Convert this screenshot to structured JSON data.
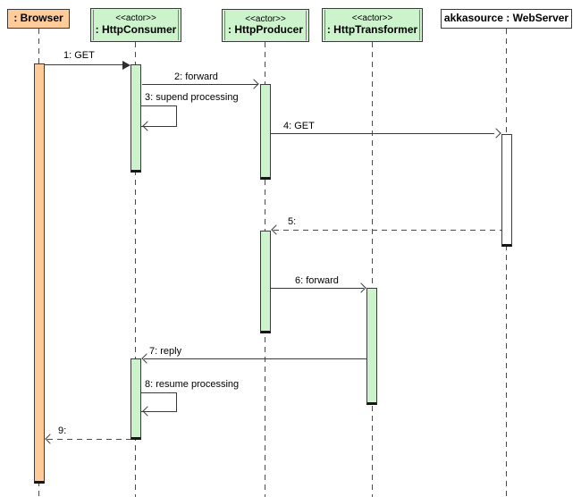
{
  "diagram": {
    "type": "uml-sequence-diagram",
    "colors": {
      "browser_fill": "#ffcc99",
      "actor_fill": "#ccf3cc",
      "webserver_fill": "#ffffff",
      "line": "#3a3a3a",
      "background": "#ffffff"
    },
    "participants": [
      {
        "id": "browser",
        "stereotype": "",
        "name": ": Browser"
      },
      {
        "id": "http-consumer",
        "stereotype": "<<actor>>",
        "name": ": HttpConsumer"
      },
      {
        "id": "http-producer",
        "stereotype": "<<actor>>",
        "name": ": HttpProducer"
      },
      {
        "id": "http-transformer",
        "stereotype": "<<actor>>",
        "name": ": HttpTransformer"
      },
      {
        "id": "webserver",
        "stereotype": "",
        "name": "akkasource : WebServer"
      }
    ],
    "messages": [
      {
        "seq": "1",
        "label": "1: GET",
        "from": "browser",
        "to": "http-consumer",
        "line": "solid",
        "arrow": "filled",
        "self": false
      },
      {
        "seq": "2",
        "label": "2: forward",
        "from": "http-consumer",
        "to": "http-producer",
        "line": "solid",
        "arrow": "open",
        "self": false
      },
      {
        "seq": "3",
        "label": "3: supend processing",
        "from": "http-consumer",
        "to": "http-consumer",
        "line": "solid",
        "arrow": "open",
        "self": true
      },
      {
        "seq": "4",
        "label": "4: GET",
        "from": "http-producer",
        "to": "webserver",
        "line": "solid",
        "arrow": "open",
        "self": false
      },
      {
        "seq": "5",
        "label": "5:",
        "from": "webserver",
        "to": "http-producer",
        "line": "dashed",
        "arrow": "open",
        "self": false
      },
      {
        "seq": "6",
        "label": "6: forward",
        "from": "http-producer",
        "to": "http-transformer",
        "line": "solid",
        "arrow": "open",
        "self": false
      },
      {
        "seq": "7",
        "label": "7: reply",
        "from": "http-transformer",
        "to": "http-consumer",
        "line": "solid",
        "arrow": "open",
        "self": false
      },
      {
        "seq": "8",
        "label": "8: resume processing",
        "from": "http-consumer",
        "to": "http-consumer",
        "line": "solid",
        "arrow": "open",
        "self": true
      },
      {
        "seq": "9",
        "label": "9:",
        "from": "http-consumer",
        "to": "browser",
        "line": "dashed",
        "arrow": "open",
        "self": false
      }
    ]
  }
}
